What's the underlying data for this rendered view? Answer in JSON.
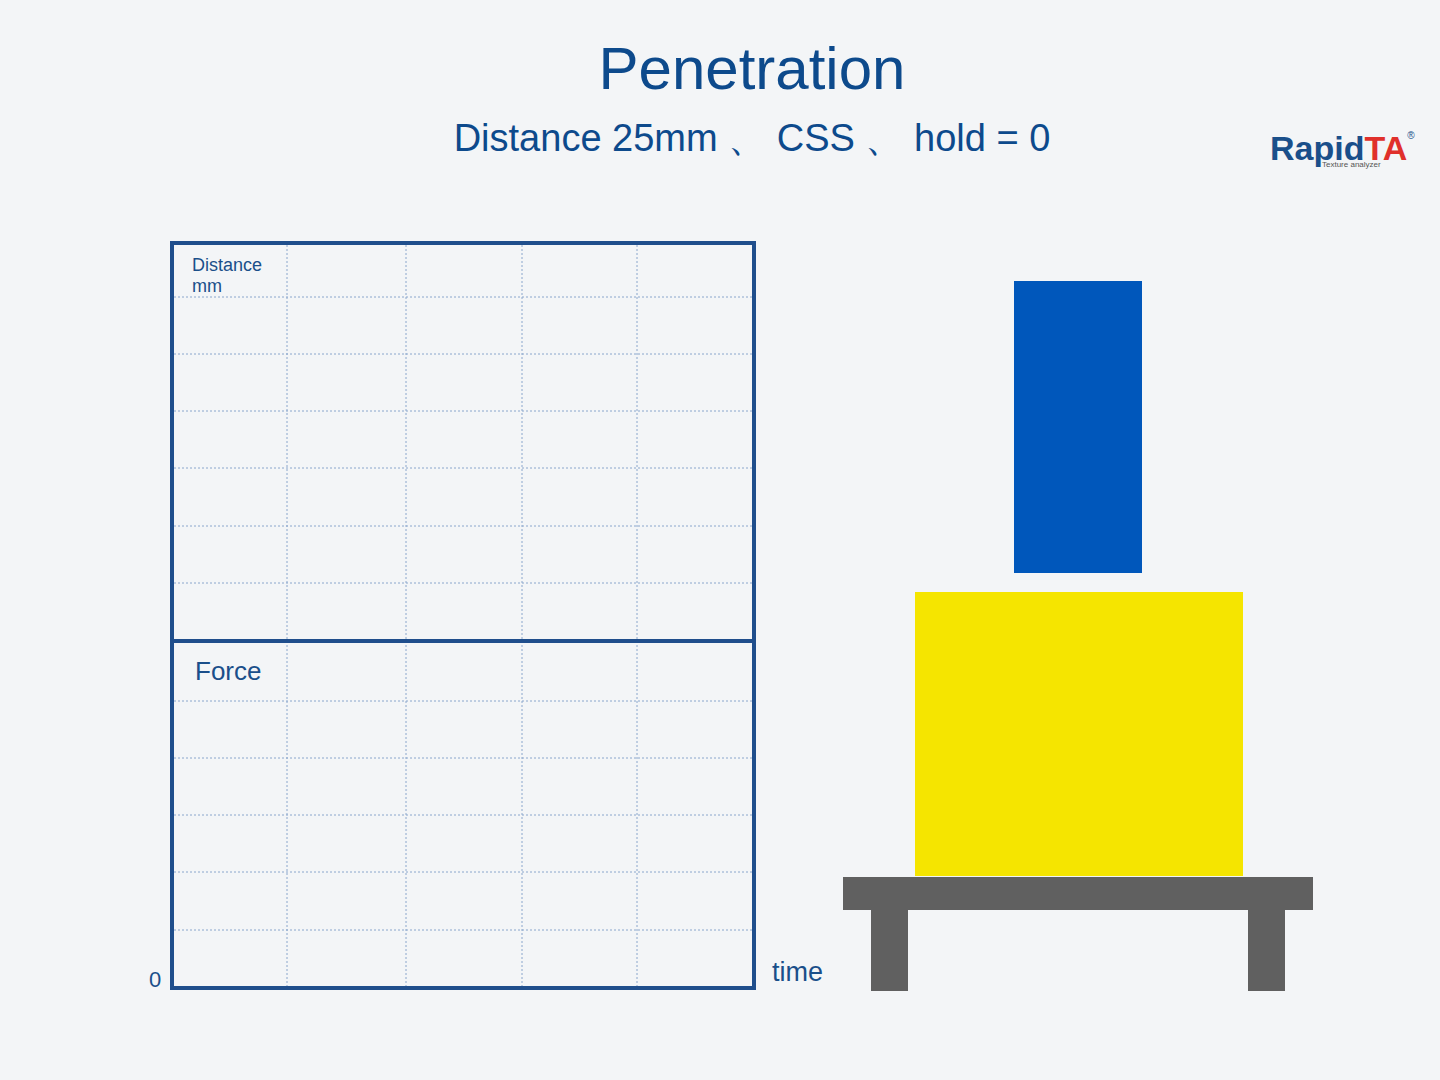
{
  "diagram": {
    "title": "Penetration",
    "nodes": [
      {
        "text": [
          "Distance mm"
        ]
      },
      {
        "text": [
          "Force"
        ]
      }
    ],
    "labels": [
      "Distance 25mm 、 CSS 、 hold = 0",
      "Rapid",
      "TA",
      "®",
      "Texture analyzer",
      "0",
      "time"
    ]
  }
}
